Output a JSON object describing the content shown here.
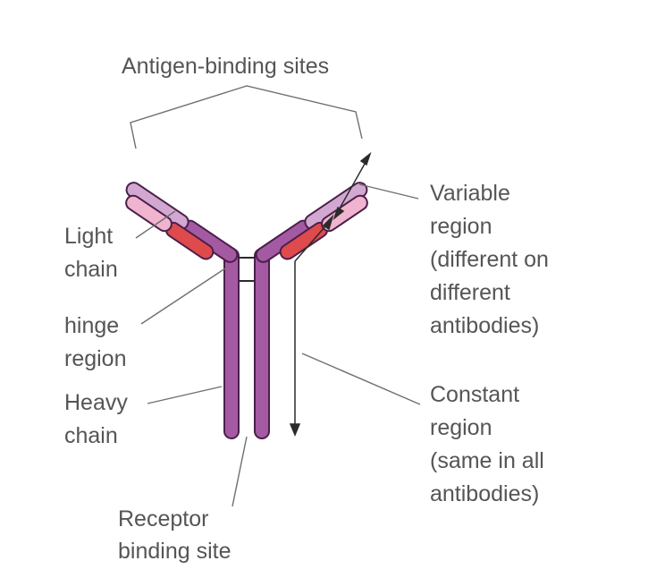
{
  "labels": {
    "antigen_binding_sites": "Antigen-binding sites",
    "light_chain": [
      "Light",
      "chain"
    ],
    "hinge_region": [
      "hinge",
      "region"
    ],
    "heavy_chain": [
      "Heavy",
      "chain"
    ],
    "receptor_binding_site": [
      "Receptor",
      "binding site"
    ],
    "variable_region": [
      "Variable",
      "region",
      "(different on",
      "different",
      "antibodies)"
    ],
    "constant_region": [
      "Constant",
      "region",
      "(same in all",
      "antibodies)"
    ]
  },
  "colors": {
    "heavy_chain_fill": "#a45aa2",
    "heavy_chain_outline": "#4a1f4a",
    "heavy_variable_fill": "#d2a8d0",
    "light_constant_fill": "#df4a4c",
    "light_variable_fill": "#f0b4ce",
    "label_text": "#555555",
    "leader_line": "#6f6f6f"
  }
}
